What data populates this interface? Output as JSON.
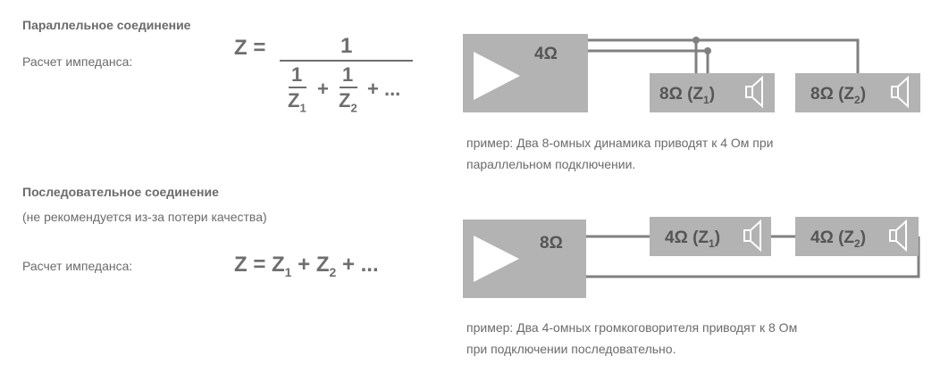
{
  "parallel": {
    "heading": "Параллельное соединение",
    "impedance_label": "Расчет импеданса:",
    "formula": {
      "lhs": "Z =",
      "numerator": "1",
      "frac_num": "1",
      "z": "Z",
      "sub1": "1",
      "sub2": "2",
      "plus": "+",
      "tail": "+ ..."
    },
    "amp_label": "4Ω",
    "speaker1": {
      "prefix": "8Ω (Z",
      "sub": "1",
      "suffix": ")"
    },
    "speaker2": {
      "prefix": "8Ω (Z",
      "sub": "2",
      "suffix": ")"
    },
    "caption_line1": "пример: Два 8-омных динамика приводят к 4 Ом при",
    "caption_line2": "параллельном подключении."
  },
  "series": {
    "heading": "Последовательное соединение",
    "note": "(не рекомендуется из-за потери качества)",
    "impedance_label": "Расчет импеданса:",
    "formula": {
      "lhs": "Z = Z",
      "sub1": "1",
      "mid": " + Z",
      "sub2": "2",
      "tail": " + ..."
    },
    "amp_label": "8Ω",
    "speaker1": {
      "prefix": "4Ω (Z",
      "sub": "1",
      "suffix": ")"
    },
    "speaker2": {
      "prefix": "4Ω (Z",
      "sub": "2",
      "suffix": ")"
    },
    "caption_line1": "пример: Два 4-омных громкоговорителя приводят к 8 Ом",
    "caption_line2": "при подключении последовательно."
  },
  "colors": {
    "box": "#b3b3b3",
    "wire": "#808080",
    "text": "#6b6b6b",
    "box_text": "#555555",
    "white": "#ffffff"
  }
}
